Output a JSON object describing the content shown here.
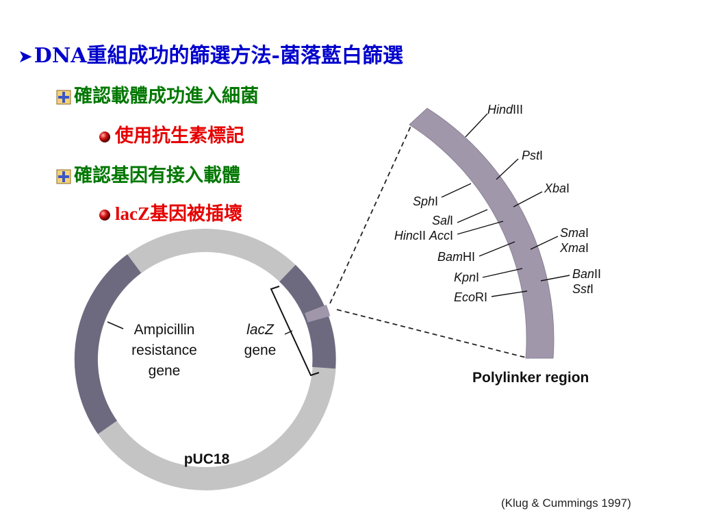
{
  "heading": {
    "title": "DNA重組成功的篩選方法-菌落藍白篩選",
    "items": [
      {
        "text": "確認載體成功進入細菌",
        "subitems": [
          {
            "text": "使用抗生素標記"
          }
        ]
      },
      {
        "text": "確認基因有接入載體",
        "subitems": [
          {
            "text_latin": "lacZ",
            "text": "基因被插壞"
          }
        ]
      }
    ]
  },
  "plasmid": {
    "name": "pUC18",
    "ampicillin_label": [
      "Ampicillin",
      "resistance",
      "gene"
    ],
    "lacz_label": [
      "lacZ",
      "gene"
    ]
  },
  "polylinker": {
    "title": "Polylinker region",
    "left_sites": [
      {
        "italic": "Sph",
        "roman": "I"
      },
      {
        "italic": "Sal",
        "roman": "I"
      },
      {
        "italic": "Hinc",
        "roman": "II",
        "italic2": "Acc",
        "roman2": "I"
      },
      {
        "italic": "Bam",
        "roman": "HI"
      },
      {
        "italic": "Kpn",
        "roman": "I"
      },
      {
        "italic": "Eco",
        "roman": "RI"
      }
    ],
    "right_sites": [
      {
        "italic": "Hind",
        "roman": "III"
      },
      {
        "italic": "Pst",
        "roman": "I"
      },
      {
        "italic": "Xba",
        "roman": "I"
      },
      {
        "italic": "Sma",
        "roman": "I"
      },
      {
        "italic": "Xma",
        "roman": "I"
      },
      {
        "italic": "Ban",
        "roman": "II"
      },
      {
        "italic": "Sst",
        "roman": "I"
      }
    ]
  },
  "citation": "(Klug & Cummings 1997)",
  "colors": {
    "title": "#0000cc",
    "level1": "#007700",
    "level2": "#e60000",
    "plasmid_light": "#c4c4c4",
    "plasmid_dark": "#6d6a80",
    "polylinker": "#a197ab"
  },
  "icons": {
    "title_bullet": "arrowhead-icon",
    "level1_bullet": "plus-square-icon",
    "level2_bullet": "red-sphere-icon"
  }
}
